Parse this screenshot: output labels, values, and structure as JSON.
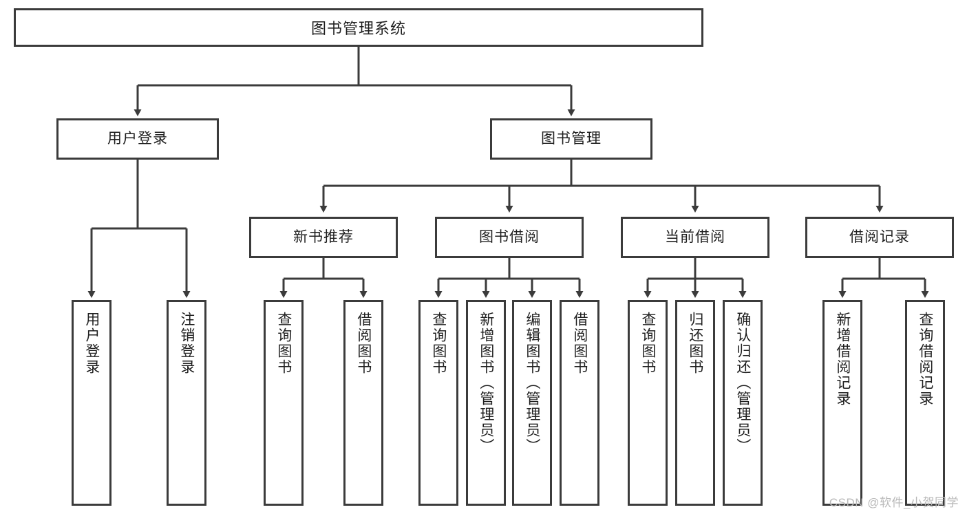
{
  "diagram": {
    "title": "图书管理系统",
    "type": "tree-hierarchy",
    "root": {
      "label": "图书管理系统"
    },
    "level1": [
      {
        "id": "user-login",
        "label": "用户登录"
      },
      {
        "id": "book-manage",
        "label": "图书管理"
      }
    ],
    "level2": [
      {
        "id": "new-book-recommend",
        "label": "新书推荐",
        "parent": "book-manage"
      },
      {
        "id": "book-borrow",
        "label": "图书借阅",
        "parent": "book-manage"
      },
      {
        "id": "current-borrow",
        "label": "当前借阅",
        "parent": "book-manage"
      },
      {
        "id": "borrow-record",
        "label": "借阅记录",
        "parent": "book-manage"
      }
    ],
    "leaves": [
      {
        "id": "leaf-user-login",
        "label": "用户登录",
        "parent": "user-login"
      },
      {
        "id": "leaf-logout-login",
        "label": "注销登录",
        "parent": "user-login"
      },
      {
        "id": "leaf-query-book-1",
        "label": "查询图书",
        "parent": "new-book-recommend"
      },
      {
        "id": "leaf-borrow-book-1",
        "label": "借阅图书",
        "parent": "new-book-recommend"
      },
      {
        "id": "leaf-query-book-2",
        "label": "查询图书",
        "parent": "book-borrow"
      },
      {
        "id": "leaf-add-book",
        "label": "新增图书（管理员）",
        "parent": "book-borrow"
      },
      {
        "id": "leaf-edit-book",
        "label": "编辑图书（管理员）",
        "parent": "book-borrow"
      },
      {
        "id": "leaf-borrow-book-2",
        "label": "借阅图书",
        "parent": "book-borrow"
      },
      {
        "id": "leaf-query-book-3",
        "label": "查询图书",
        "parent": "current-borrow"
      },
      {
        "id": "leaf-return-book",
        "label": "归还图书",
        "parent": "current-borrow"
      },
      {
        "id": "leaf-confirm-return",
        "label": "确认归还（管理员）",
        "parent": "current-borrow"
      },
      {
        "id": "leaf-add-record",
        "label": "新增借阅记录",
        "parent": "borrow-record"
      },
      {
        "id": "leaf-query-record",
        "label": "查询借阅记录",
        "parent": "borrow-record"
      }
    ],
    "colors": {
      "stroke": "#3b3b3b",
      "fill": "#ffffff",
      "text": "#1f1f1f",
      "watermark": "#b9b9b9"
    }
  },
  "watermark": {
    "text": "CSDN @软件_小贺同学"
  }
}
